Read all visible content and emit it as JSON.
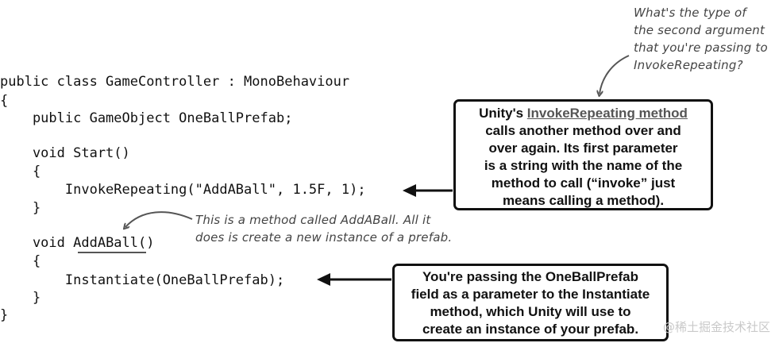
{
  "code": {
    "l1": "public class GameController : MonoBehaviour",
    "l2": "{",
    "l3": "    public GameObject OneBallPrefab;",
    "l4": "    void Start()",
    "l5": "    {",
    "l6": "        InvokeRepeating(\"AddABall\", 1.5F, 1);",
    "l7": "    }",
    "l8_pre": "    void ",
    "l8_name": "AddABall",
    "l8_post": "()",
    "l9": "    {",
    "l10": "        Instantiate(OneBallPrefab);",
    "l11": "    }",
    "l12": "}"
  },
  "notes": {
    "top": [
      "What's the type of",
      "the second argument",
      "that you're passing to",
      "InvokeRepeating?"
    ],
    "middle": [
      "This is a method called AddABall. All it",
      "does is create a new instance of a prefab."
    ]
  },
  "callouts": {
    "invoke": {
      "prefix": "Unity's ",
      "link": "InvokeRepeating method",
      "lines": [
        "calls another method over and",
        "over again. Its first parameter",
        "is a string with the name of the",
        "method to call (“invoke” just",
        "means calling a method)."
      ]
    },
    "instantiate": {
      "lines": [
        "You're passing the OneBallPrefab",
        "field as a parameter to the Instantiate",
        "method, which Unity will use to",
        "create an instance of your prefab."
      ]
    }
  },
  "watermark": "@稀土掘金技术社区"
}
